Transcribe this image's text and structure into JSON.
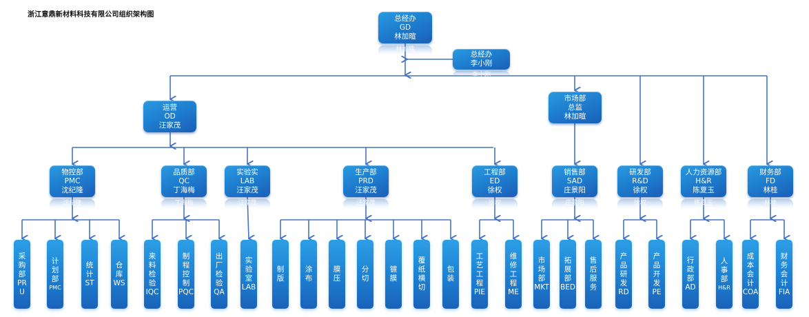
{
  "title": "浙江意鼎新材料科技有限公司组织架构图",
  "colors": {
    "box": "#1f7fd0",
    "line": "#4472c4",
    "text": "#ffffff"
  },
  "top": {
    "gm": {
      "lines": [
        "总经办",
        "GD",
        "林加暄"
      ],
      "reflection": "林加暄"
    },
    "gm_office": {
      "lines": [
        "总经办",
        "李小刚"
      ],
      "reflection": "李小刚"
    }
  },
  "level2": {
    "ops": {
      "lines": [
        "运营",
        "OD",
        "汪家茂"
      ]
    },
    "market": {
      "lines": [
        "市场部",
        "总监",
        "林加暄"
      ]
    }
  },
  "departments": [
    {
      "id": "pmc",
      "lines": [
        "物控部",
        "PMC",
        "沈纪隆"
      ],
      "reflection": "沈纪隆"
    },
    {
      "id": "qc",
      "lines": [
        "品质部",
        "QC",
        "丁海梅"
      ],
      "reflection": "丁海梅"
    },
    {
      "id": "lab",
      "lines": [
        "实验实",
        "LAB",
        "汪家茂"
      ],
      "reflection": "汪家茂"
    },
    {
      "id": "prd",
      "lines": [
        "生产部",
        "PRD",
        "汪家茂"
      ],
      "reflection": "汪家茂"
    },
    {
      "id": "ed",
      "lines": [
        "工程部",
        "ED",
        "徐权"
      ],
      "reflection": "徐权"
    },
    {
      "id": "sad",
      "lines": [
        "销售部",
        "SAD",
        "庄景阳"
      ],
      "reflection": "庄景阳"
    },
    {
      "id": "rd",
      "lines": [
        "研发部",
        "R&D",
        "徐权"
      ],
      "reflection": "徐权"
    },
    {
      "id": "hr",
      "lines": [
        "人力资源部",
        "H&R",
        "陈夏玉"
      ],
      "reflection": "陈夏玉"
    },
    {
      "id": "fd",
      "lines": [
        "财务部",
        "FD",
        "林桂"
      ],
      "reflection": "林桂"
    }
  ],
  "units": [
    {
      "parent": "pmc",
      "chars": [
        "采",
        "购",
        "部",
        "PR",
        "U"
      ]
    },
    {
      "parent": "pmc",
      "chars": [
        "计",
        "划",
        "部"
      ],
      "small": "PMC"
    },
    {
      "parent": "pmc",
      "chars": [
        "统",
        "计",
        "ST"
      ]
    },
    {
      "parent": "pmc",
      "chars": [
        "仓",
        "库",
        "WS"
      ]
    },
    {
      "parent": "qc",
      "chars": [
        "来",
        "料",
        "检",
        "验",
        "IQC"
      ]
    },
    {
      "parent": "qc",
      "chars": [
        "制",
        "程",
        "控",
        "制",
        "PQC"
      ]
    },
    {
      "parent": "qc",
      "chars": [
        "出",
        "厂",
        "检",
        "验",
        "QA"
      ]
    },
    {
      "parent": "lab",
      "chars": [
        "实",
        "验",
        "室",
        "LAB"
      ]
    },
    {
      "parent": "prd",
      "chars": [
        "制",
        "版"
      ]
    },
    {
      "parent": "prd",
      "chars": [
        "涂",
        "布"
      ]
    },
    {
      "parent": "prd",
      "chars": [
        "膜",
        "压"
      ]
    },
    {
      "parent": "prd",
      "chars": [
        "分",
        "切"
      ]
    },
    {
      "parent": "prd",
      "chars": [
        "镀",
        "膜"
      ]
    },
    {
      "parent": "prd",
      "chars": [
        "覆",
        "纸",
        "横",
        "切"
      ]
    },
    {
      "parent": "prd",
      "chars": [
        "包",
        "装"
      ]
    },
    {
      "parent": "ed",
      "chars": [
        "工",
        "艺",
        "工",
        "程",
        "PIE"
      ]
    },
    {
      "parent": "ed",
      "chars": [
        "维",
        "修",
        "工",
        "程",
        "ME"
      ]
    },
    {
      "parent": "sad",
      "chars": [
        "市",
        "场",
        "部",
        "MKT"
      ]
    },
    {
      "parent": "sad",
      "chars": [
        "拓",
        "展",
        "部",
        "BED"
      ]
    },
    {
      "parent": "sad",
      "chars": [
        "售",
        "后",
        "服",
        "务"
      ]
    },
    {
      "parent": "rd",
      "chars": [
        "产",
        "品",
        "研",
        "发",
        "RD"
      ]
    },
    {
      "parent": "rd",
      "chars": [
        "产",
        "品",
        "开",
        "发",
        "PE"
      ]
    },
    {
      "parent": "hr",
      "chars": [
        "行",
        "政",
        "部",
        "AD"
      ]
    },
    {
      "parent": "hr",
      "chars": [
        "人",
        "事",
        "部"
      ],
      "small": "H&R"
    },
    {
      "parent": "fd",
      "chars": [
        "成",
        "本",
        "会",
        "计",
        "COA"
      ]
    },
    {
      "parent": "fd",
      "chars": [
        "财",
        "务",
        "会",
        "计",
        "FIA"
      ]
    }
  ]
}
